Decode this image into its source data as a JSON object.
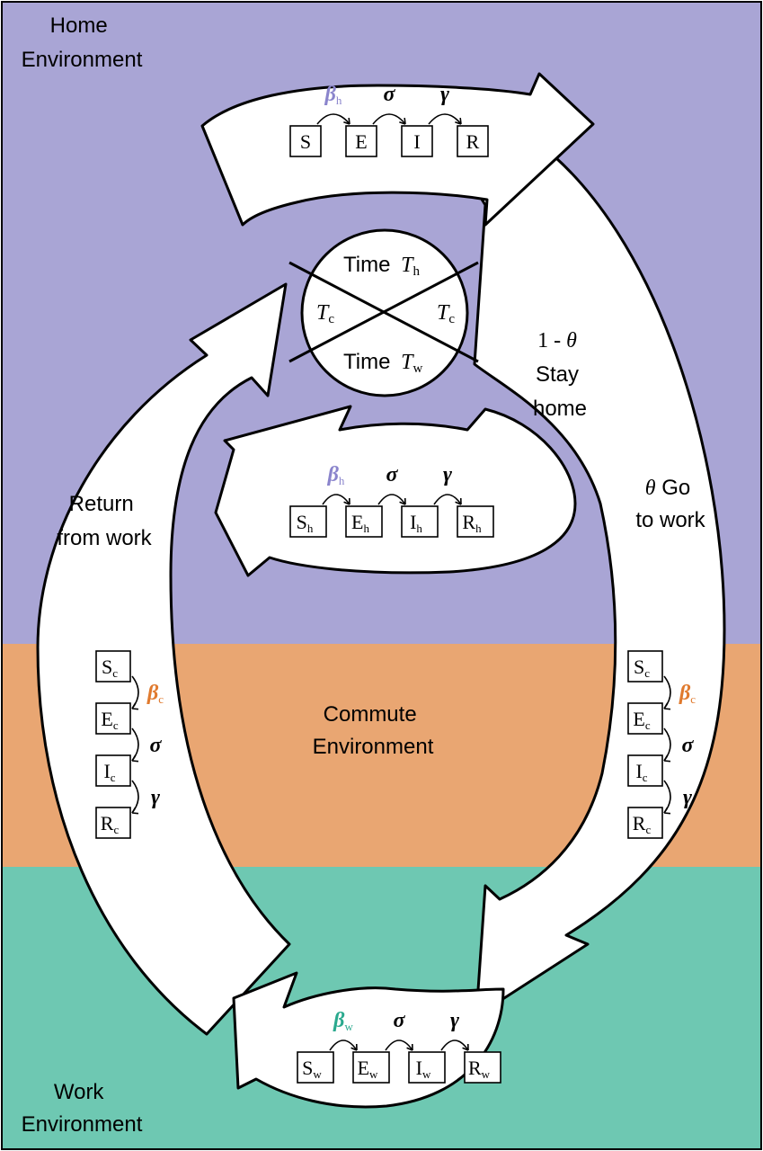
{
  "colors": {
    "home": "#a9a5d5",
    "commute": "#e9a672",
    "work": "#6ec8b2",
    "beta_home": "#8a84cc",
    "beta_commute": "#e07a2e",
    "beta_work": "#2aa98e"
  },
  "regions": {
    "home": {
      "line1": "Home",
      "line2": "Environment"
    },
    "commute": {
      "line1": "Commute",
      "line2": "Environment"
    },
    "work": {
      "line1": "Work",
      "line2": "Environment"
    }
  },
  "clock": {
    "top_label": "Time",
    "top_var": "T",
    "top_sub": "h",
    "left_var": "T",
    "left_sub": "c",
    "right_var": "T",
    "right_sub": "c",
    "bottom_label": "Time",
    "bottom_var": "T",
    "bottom_sub": "w"
  },
  "rates": {
    "beta": "β",
    "sigma": "σ",
    "gamma": "γ"
  },
  "home_model_top": {
    "beta_sub": "h",
    "compartments": [
      {
        "name": "S",
        "sub": ""
      },
      {
        "name": "E",
        "sub": ""
      },
      {
        "name": "I",
        "sub": ""
      },
      {
        "name": "R",
        "sub": ""
      }
    ]
  },
  "home_model_inner": {
    "beta_sub": "h",
    "compartments": [
      {
        "name": "S",
        "sub": "h"
      },
      {
        "name": "E",
        "sub": "h"
      },
      {
        "name": "I",
        "sub": "h"
      },
      {
        "name": "R",
        "sub": "h"
      }
    ]
  },
  "work_model": {
    "beta_sub": "w",
    "compartments": [
      {
        "name": "S",
        "sub": "w"
      },
      {
        "name": "E",
        "sub": "w"
      },
      {
        "name": "I",
        "sub": "w"
      },
      {
        "name": "R",
        "sub": "w"
      }
    ]
  },
  "commute_model": {
    "beta_sub": "c",
    "compartments": [
      {
        "name": "S",
        "sub": "c"
      },
      {
        "name": "E",
        "sub": "c"
      },
      {
        "name": "I",
        "sub": "c"
      },
      {
        "name": "R",
        "sub": "c"
      }
    ]
  },
  "flows": {
    "stay_home": {
      "prefix": "1 - ",
      "theta": "θ",
      "line2": "Stay",
      "line3": "home"
    },
    "go_to_work": {
      "theta": "θ",
      "line1_rest": " Go",
      "line2": "to work"
    },
    "return_from_work": {
      "line1": "Return",
      "line2": "from work"
    }
  }
}
